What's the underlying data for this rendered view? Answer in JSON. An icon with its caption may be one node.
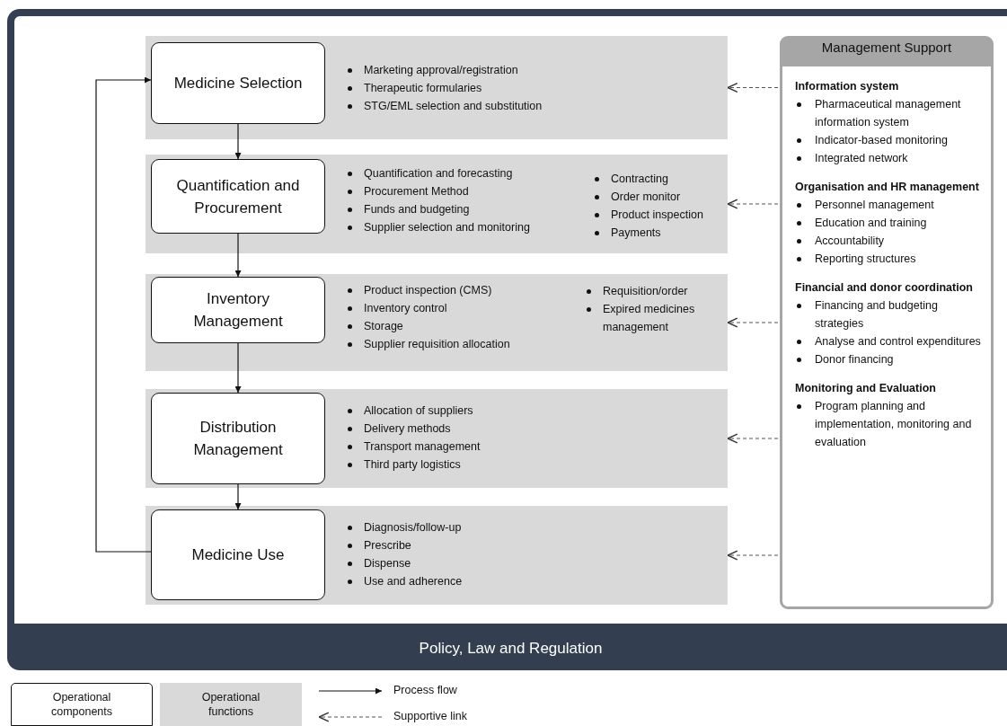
{
  "diagram": {
    "nodes": [
      {
        "text": [
          "Policy, Law and Regulation"
        ]
      },
      {
        "text": [
          "Marketing approval/registration",
          "Therapeutic formularies",
          "STG/EML selection and substitution"
        ],
        "in": 0
      },
      {
        "text": [
          "Medicine Selection"
        ],
        "in": 1
      },
      {
        "text": [
          "Quantification and forecasting",
          "Procurement Method",
          "Funds and budgeting",
          "Supplier selection and monitoring",
          "Contracting",
          "Order monitor",
          "Product inspection",
          "Payments"
        ],
        "in": 0
      },
      {
        "text": [
          "Quantification and Procurement"
        ],
        "in": 3
      },
      {
        "text": [
          "Product inspection (CMS)",
          "Inventory control",
          "Storage",
          "Supplier requisition allocation",
          "Requisition/order",
          "Expired medicines management"
        ],
        "in": 0
      },
      {
        "text": [
          "Inventory Management"
        ],
        "in": 5
      },
      {
        "text": [
          "Allocation of suppliers",
          "Delivery methods",
          "Transport management",
          "Third party logistics"
        ],
        "in": 0
      },
      {
        "text": [
          "Distribution Management"
        ],
        "in": 7
      },
      {
        "text": [
          "Diagnosis/follow-up",
          "Prescribe",
          "Dispense",
          "Use and adherence"
        ],
        "in": 0
      },
      {
        "text": [
          "Medicine Use"
        ],
        "in": 9
      },
      {
        "text": [
          "Management Support",
          "Information system",
          "Pharmaceutical management information system",
          "Indicator-based monitoring",
          "Integrated network",
          "Organisation and HR management",
          "Personnel management",
          "Education and training",
          "Accountability",
          "Reporting structures",
          "Financial and donor coordination",
          "Financing and budgeting strategies",
          "Analyse and control expenditures",
          "Donor financing",
          "Monitoring and Evaluation",
          "Program planning and implementation, monitoring and evaluation"
        ],
        "in": 0
      }
    ],
    "edges": [
      {
        "from": 2,
        "to": 4,
        "arrow": "to"
      },
      {
        "from": 4,
        "to": 6,
        "arrow": "to"
      },
      {
        "from": 6,
        "to": 8,
        "arrow": "to"
      },
      {
        "from": 8,
        "to": 10,
        "arrow": "to"
      },
      {
        "from": 10,
        "to": 2,
        "arrow": "to"
      },
      {
        "from": 11,
        "to": 1,
        "arrow": "to",
        "style": "dashed"
      },
      {
        "from": 11,
        "to": 3,
        "arrow": "to",
        "style": "dashed"
      },
      {
        "from": 11,
        "to": 5,
        "arrow": "to",
        "style": "dashed"
      },
      {
        "from": 11,
        "to": 7,
        "arrow": "to",
        "style": "dashed"
      },
      {
        "from": 11,
        "to": 9,
        "arrow": "to",
        "style": "dashed"
      }
    ],
    "legend": [
      {
        "text": "Operational components"
      },
      {
        "text": "Operational functions",
        "color": "#d9d9d9"
      },
      {
        "text": "Process flow"
      },
      {
        "text": "Supportive link"
      }
    ]
  }
}
